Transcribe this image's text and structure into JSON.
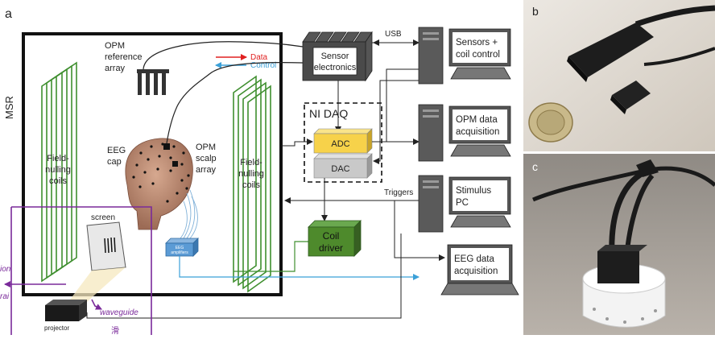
{
  "panel_letters": {
    "a": "a",
    "b": "b",
    "c": "c"
  },
  "room_label": "MSR",
  "field_nulling_left": [
    "Field-",
    "nulling",
    "coils"
  ],
  "field_nulling_right": [
    "Field-",
    "nulling",
    "coils"
  ],
  "opm_reference": [
    "OPM",
    "reference",
    "array"
  ],
  "opm_scalp": [
    "OPM",
    "scalp",
    "array"
  ],
  "eeg_cap": [
    "EEG",
    "cap"
  ],
  "legend": {
    "data": "Data",
    "control": "Control"
  },
  "sensor_electronics": [
    "Sensor",
    "electronics"
  ],
  "usb": "USB",
  "ni_daq": "NI DAQ",
  "adc": "ADC",
  "dac": "DAC",
  "coil_driver": [
    "Coil",
    "driver"
  ],
  "triggers": "Triggers",
  "eeg_amplifiers": [
    "EEG",
    "amplifiers"
  ],
  "screen": "screen",
  "projector": "projector",
  "computers": {
    "sensors": [
      "Sensors +",
      "coil control"
    ],
    "opm_acq": [
      "OPM data",
      "acquisition"
    ],
    "stimulus": [
      "Stimulus",
      "PC"
    ],
    "eeg_acq": [
      "EEG data",
      "acquisition"
    ]
  },
  "annotations": {
    "ion": "ion",
    "rai": "rai",
    "waveguide": "waveguide",
    "glyph": "滑"
  },
  "colors": {
    "data_arrow": "#e02020",
    "control_arrow": "#3ba0d8",
    "coil_green": "#3f8f2f",
    "adc_fill": "#f7d24a",
    "dac_fill": "#c9c9c9",
    "coil_driver_fill": "#4e8a2c",
    "annotation_purple": "#7a2a9a"
  }
}
